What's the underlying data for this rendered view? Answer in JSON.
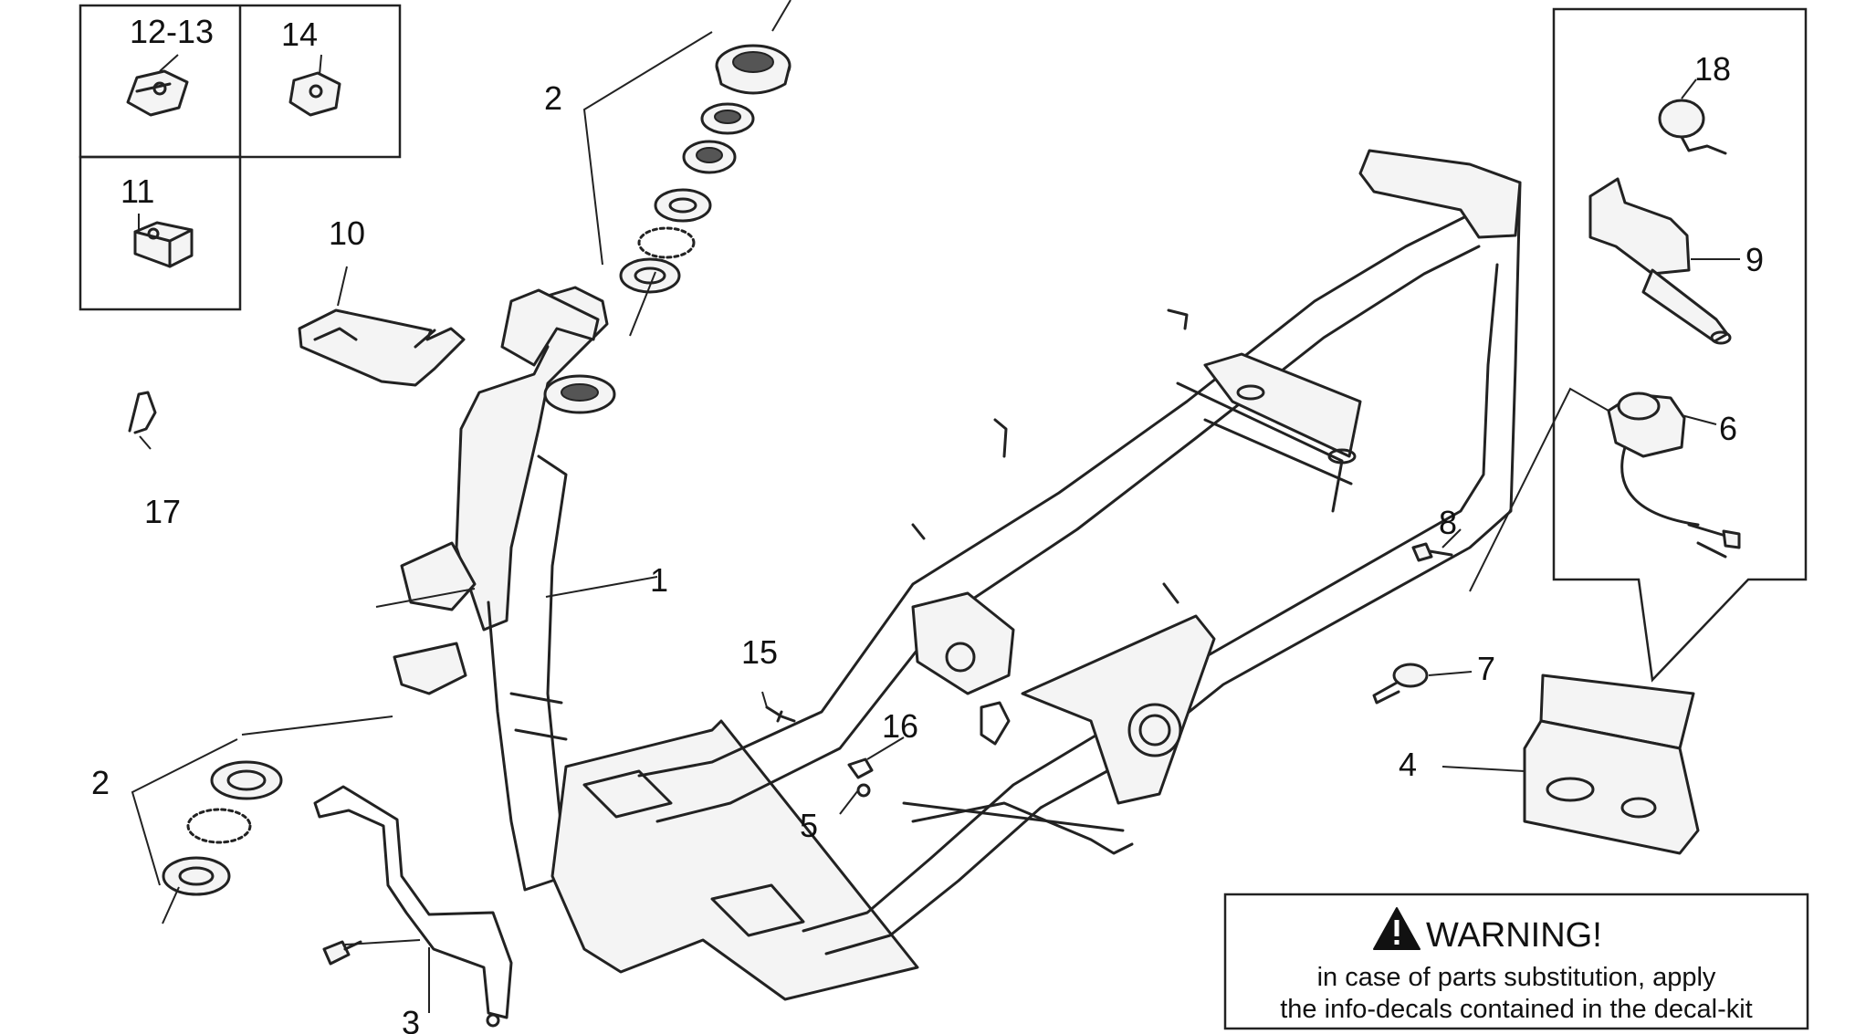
{
  "callouts": {
    "c1": "1",
    "c2_top": "2",
    "c2_bottom": "2",
    "c3": "3",
    "c4": "4",
    "c5": "5",
    "c6": "6",
    "c7": "7",
    "c8": "8",
    "c9": "9",
    "c10": "10",
    "c11": "11",
    "c12_13": "12-13",
    "c14": "14",
    "c15": "15",
    "c16": "16",
    "c17": "17",
    "c18": "18"
  },
  "warning": {
    "title": "WARNING!",
    "line1": "in case of parts substitution, apply",
    "line2": "the info-decals contained in the decal-kit"
  }
}
